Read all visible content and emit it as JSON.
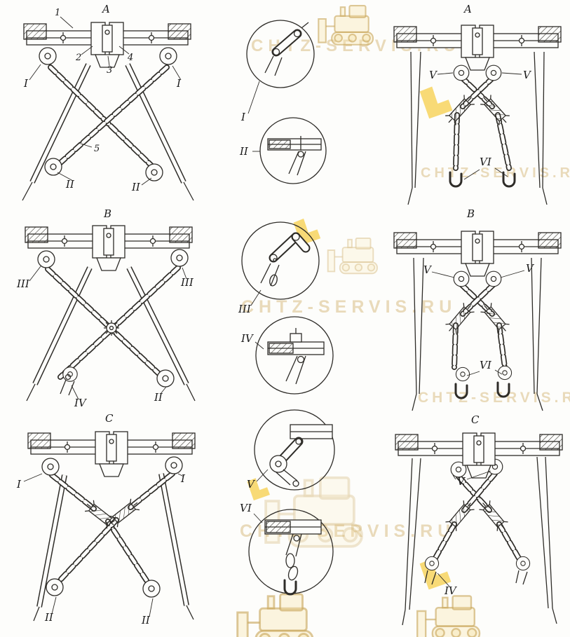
{
  "figure": {
    "description": "Chain suspension rigging diagrams A, B, C with detail callouts",
    "line_color": "#2e2c28",
    "bg_color": "#fdfdfb"
  },
  "watermark": {
    "text": "CHTZ-SERVIS.RU",
    "color": "#d2aa5f"
  },
  "labels": {
    "left_a": {
      "title": "A",
      "n1": "1",
      "n2": "2",
      "n3": "3",
      "n4": "4",
      "n5": "5",
      "i_l": "I",
      "i_r": "I",
      "ii_l": "II",
      "ii_r": "II"
    },
    "left_b": {
      "title": "B",
      "iii_l": "III",
      "iii_r": "III",
      "iv": "IV",
      "ii": "II"
    },
    "left_c": {
      "title": "C",
      "i_l": "I",
      "i_r": "I",
      "ii_l": "II",
      "ii_r": "II"
    },
    "right_a": {
      "title": "A",
      "v_l": "V",
      "v_r": "V",
      "vi": "VI"
    },
    "right_b": {
      "title": "B",
      "v_l": "V",
      "v_r": "V",
      "vi": "VI"
    },
    "right_c": {
      "title": "C",
      "v": "V",
      "iv": "IV"
    },
    "details": {
      "d1": "I",
      "d2": "II",
      "d3": "III",
      "d4": "IV",
      "d5": "V",
      "d6": "VI"
    }
  }
}
